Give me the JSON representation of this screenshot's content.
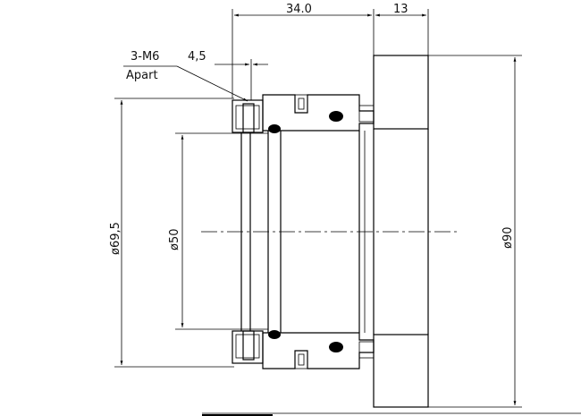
{
  "drawing": {
    "labels": {
      "dim_width_body": "34.0",
      "dim_width_disc": "13",
      "dim_offset": "4,5",
      "thread_note_line1": "3-M6",
      "thread_note_line2": "Apart",
      "dia_outer_body": "ø69,5",
      "dia_bore": "ø50",
      "dia_disc": "ø90"
    },
    "colors": {
      "line": "#000000",
      "speckle_fill": "#555555",
      "background": "#ffffff"
    }
  }
}
